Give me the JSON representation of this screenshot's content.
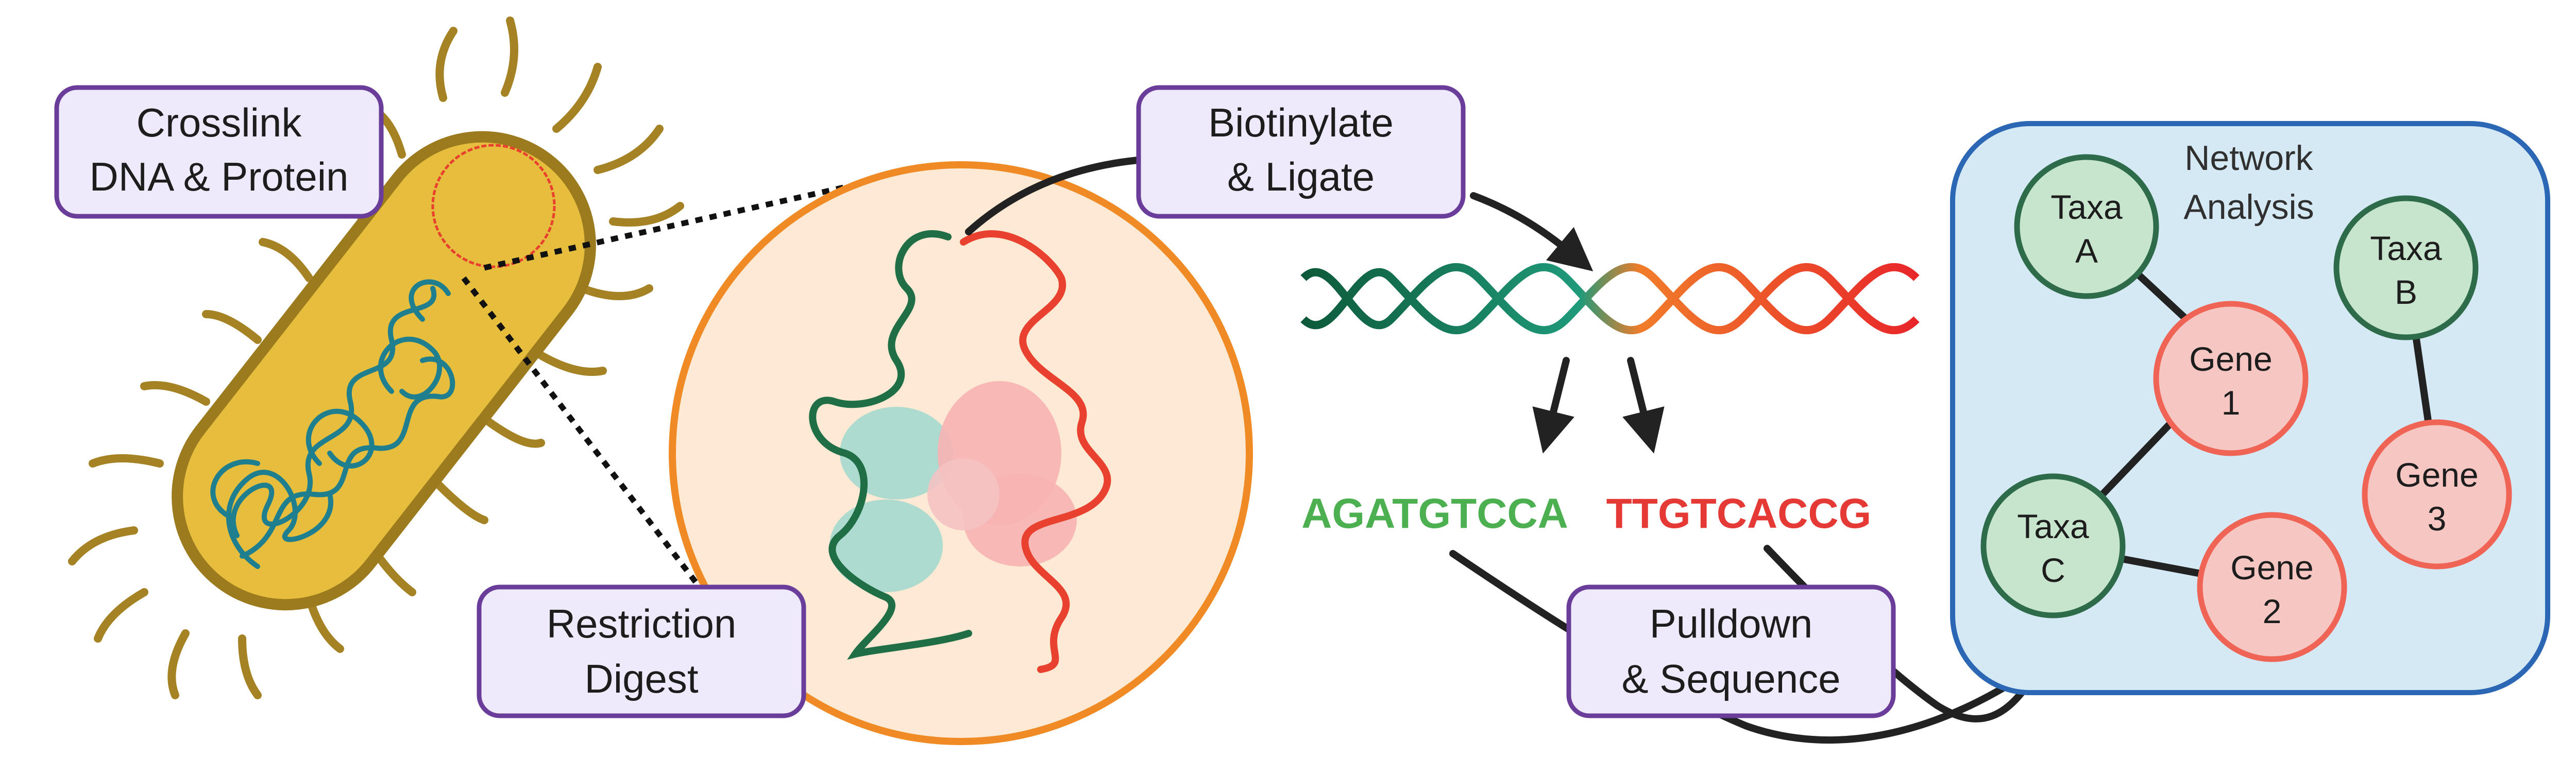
{
  "steps": {
    "crosslink": {
      "line1": "Crosslink",
      "line2": "DNA & Protein"
    },
    "restriction": {
      "line1": "Restriction",
      "line2": "Digest"
    },
    "biotinylate": {
      "line1": "Biotinylate",
      "line2": "& Ligate"
    },
    "pulldown": {
      "line1": "Pulldown",
      "line2": "& Sequence"
    }
  },
  "sequences": {
    "left": {
      "text": "AGATGTCCA",
      "color": "#4caf50"
    },
    "right": {
      "text": "TTGTCACCG",
      "color": "#e53935"
    }
  },
  "network": {
    "title_line1": "Network",
    "title_line2": "Analysis",
    "nodes": {
      "taxa_a": {
        "line1": "Taxa",
        "line2": "A"
      },
      "taxa_b": {
        "line1": "Taxa",
        "line2": "B"
      },
      "taxa_c": {
        "line1": "Taxa",
        "line2": "C"
      },
      "gene_1": {
        "line1": "Gene",
        "line2": "1"
      },
      "gene_2": {
        "line1": "Gene",
        "line2": "2"
      },
      "gene_3": {
        "line1": "Gene",
        "line2": "3"
      }
    }
  },
  "colors": {
    "label_fill": "#efeafb",
    "label_stroke": "#6a3d9a",
    "bacterium_fill": "#e6bd3c",
    "bacterium_stroke": "#9c7a1e",
    "zoom_fill": "#fde9d4",
    "zoom_stroke": "#f08a24",
    "network_fill": "#d5e9f5",
    "network_stroke": "#2b67b5",
    "taxa_fill": "#c7e4cd",
    "taxa_stroke": "#2e6b4b",
    "gene_fill": "#f6c6c3",
    "gene_stroke": "#ef6455",
    "dna_green": "#1f7a5a",
    "dna_red": "#e8412f",
    "arrow": "#222222"
  }
}
